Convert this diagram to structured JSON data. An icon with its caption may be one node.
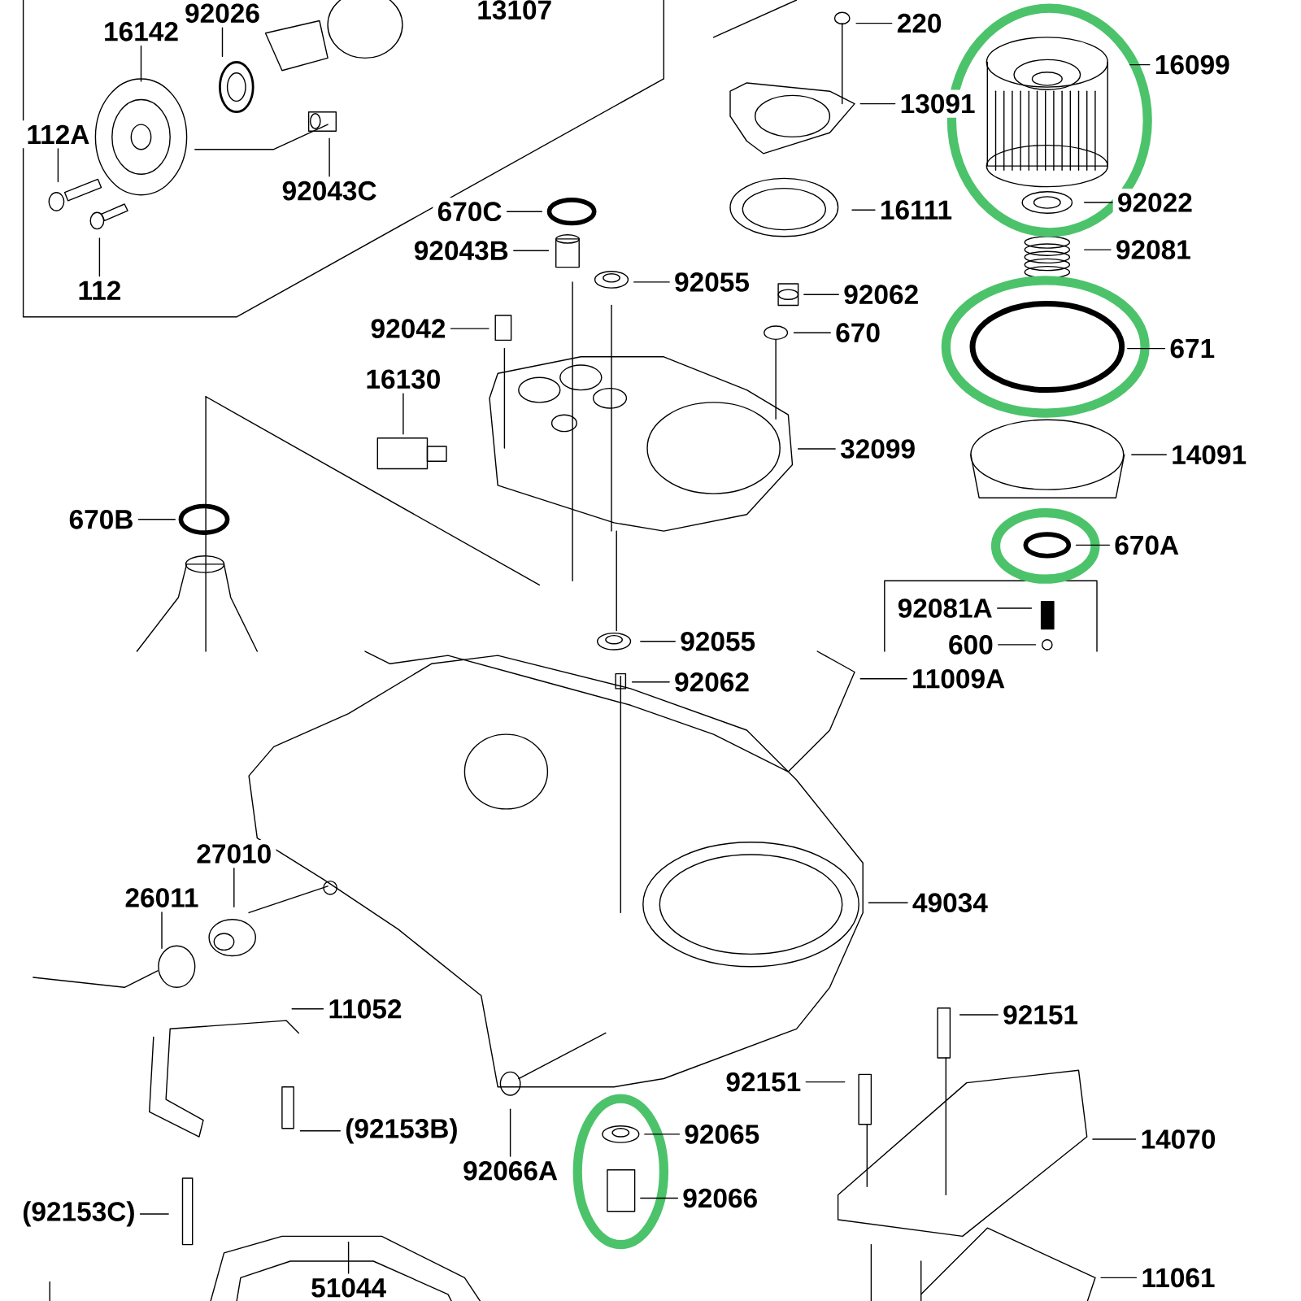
{
  "diagram": {
    "nodes": [
      {
        "text": [
          "92026"
        ]
      },
      {
        "text": [
          "16142"
        ]
      },
      {
        "text": [
          "112A"
        ]
      },
      {
        "text": [
          "92043C"
        ]
      },
      {
        "text": [
          "670C"
        ]
      },
      {
        "text": [
          "92043B"
        ]
      },
      {
        "text": [
          "112"
        ]
      },
      {
        "text": [
          "92055"
        ]
      },
      {
        "text": [
          "92062"
        ]
      },
      {
        "text": [
          "92042"
        ]
      },
      {
        "text": [
          "670"
        ]
      },
      {
        "text": [
          "16130"
        ]
      },
      {
        "text": [
          "32099"
        ]
      },
      {
        "text": [
          "670B"
        ]
      },
      {
        "text": [
          "92055"
        ]
      },
      {
        "text": [
          "220"
        ]
      },
      {
        "text": [
          "13091"
        ]
      },
      {
        "text": [
          "16099"
        ]
      },
      {
        "text": [
          "16111"
        ]
      },
      {
        "text": [
          "92022"
        ]
      },
      {
        "text": [
          "92081"
        ]
      },
      {
        "text": [
          "671"
        ]
      },
      {
        "text": [
          "14091"
        ]
      },
      {
        "text": [
          "670A"
        ]
      },
      {
        "text": [
          "92081A"
        ]
      },
      {
        "text": [
          "600"
        ]
      },
      {
        "text": [
          "92062"
        ]
      },
      {
        "text": [
          "11009A"
        ]
      },
      {
        "text": [
          "27010"
        ]
      },
      {
        "text": [
          "26011"
        ]
      },
      {
        "text": [
          "49034"
        ]
      },
      {
        "text": [
          "11052"
        ]
      },
      {
        "text": [
          "92151"
        ]
      },
      {
        "text": [
          "92151"
        ]
      },
      {
        "text": [
          "92065"
        ]
      },
      {
        "text": [
          "(92153B)"
        ]
      },
      {
        "text": [
          "14070"
        ]
      },
      {
        "text": [
          "92066A"
        ]
      },
      {
        "text": [
          "92066"
        ]
      },
      {
        "text": [
          "(92153C)"
        ]
      },
      {
        "text": [
          "51044"
        ]
      },
      {
        "text": [
          "11061"
        ]
      }
    ],
    "edges": [
      {
        "from": 0,
        "to": null,
        "arrow": "none"
      },
      {
        "from": 1,
        "to": null,
        "arrow": "none"
      },
      {
        "from": 2,
        "to": null,
        "arrow": "none"
      },
      {
        "from": 3,
        "to": null,
        "arrow": "none"
      },
      {
        "from": 4,
        "to": null,
        "arrow": "none"
      },
      {
        "from": 5,
        "to": null,
        "arrow": "none"
      },
      {
        "from": 6,
        "to": null,
        "arrow": "none"
      },
      {
        "from": 7,
        "to": null,
        "arrow": "none"
      },
      {
        "from": 8,
        "to": null,
        "arrow": "none"
      },
      {
        "from": 9,
        "to": null,
        "arrow": "none"
      },
      {
        "from": 10,
        "to": null,
        "arrow": "none"
      },
      {
        "from": 11,
        "to": null,
        "arrow": "none"
      },
      {
        "from": 12,
        "to": null,
        "arrow": "none"
      },
      {
        "from": 13,
        "to": null,
        "arrow": "none"
      },
      {
        "from": 14,
        "to": null,
        "arrow": "none"
      },
      {
        "from": 15,
        "to": null,
        "arrow": "none"
      },
      {
        "from": 16,
        "to": null,
        "arrow": "none"
      },
      {
        "from": 17,
        "to": null,
        "arrow": "none"
      },
      {
        "from": 18,
        "to": null,
        "arrow": "none"
      },
      {
        "from": 19,
        "to": null,
        "arrow": "none"
      },
      {
        "from": 20,
        "to": null,
        "arrow": "none"
      },
      {
        "from": 21,
        "to": null,
        "arrow": "none"
      },
      {
        "from": 22,
        "to": null,
        "arrow": "none"
      },
      {
        "from": 23,
        "to": null,
        "arrow": "none"
      },
      {
        "from": 24,
        "to": null,
        "arrow": "none"
      },
      {
        "from": 25,
        "to": null,
        "arrow": "none"
      },
      {
        "from": 26,
        "to": null,
        "arrow": "none"
      },
      {
        "from": 27,
        "to": null,
        "arrow": "none"
      },
      {
        "from": 28,
        "to": null,
        "arrow": "none"
      },
      {
        "from": 29,
        "to": null,
        "arrow": "none"
      },
      {
        "from": 30,
        "to": null,
        "arrow": "none"
      },
      {
        "from": 31,
        "to": null,
        "arrow": "none"
      },
      {
        "from": 32,
        "to": null,
        "arrow": "none"
      },
      {
        "from": 33,
        "to": null,
        "arrow": "none"
      },
      {
        "from": 34,
        "to": null,
        "arrow": "none"
      },
      {
        "from": 35,
        "to": null,
        "arrow": "none"
      },
      {
        "from": 36,
        "to": null,
        "arrow": "none"
      },
      {
        "from": 37,
        "to": null,
        "arrow": "none"
      },
      {
        "from": 38,
        "to": null,
        "arrow": "none"
      },
      {
        "from": 39,
        "to": null,
        "arrow": "none"
      },
      {
        "from": 40,
        "to": null,
        "arrow": "none"
      },
      {
        "from": 41,
        "to": null,
        "arrow": "none"
      }
    ],
    "labels": [
      "13107"
    ]
  }
}
